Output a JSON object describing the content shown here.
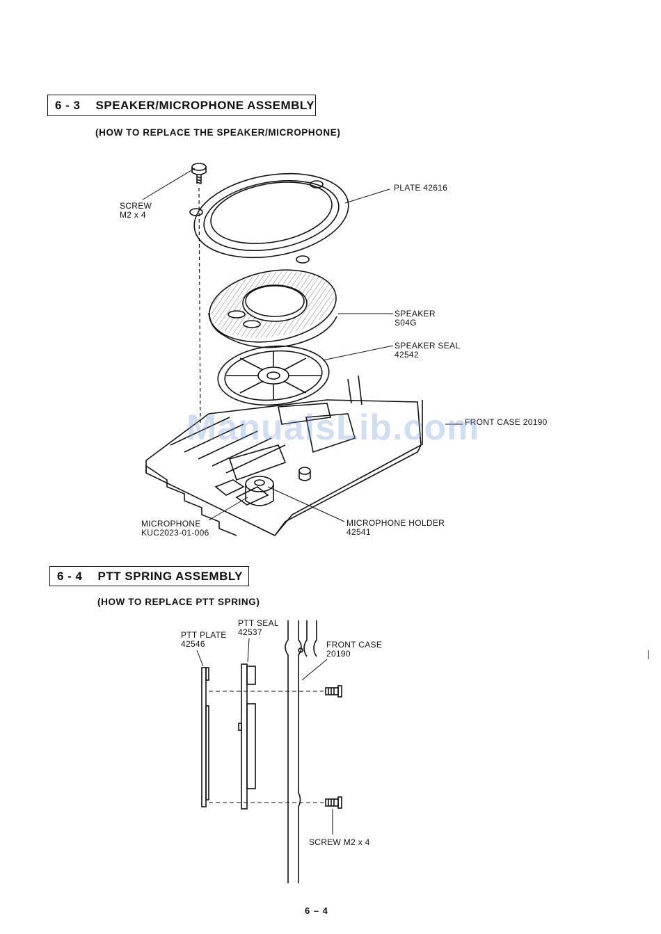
{
  "section1": {
    "number": "6 - 3",
    "title": "SPEAKER/MICROPHONE ASSEMBLY",
    "subtitle": "(HOW TO REPLACE THE SPEAKER/MICROPHONE)",
    "labels": {
      "screw": [
        "SCREW",
        "M2 x 4"
      ],
      "plate": [
        "PLATE 42616"
      ],
      "speaker": [
        "SPEAKER",
        "S04G"
      ],
      "speaker_seal": [
        "SPEAKER SEAL",
        "42542"
      ],
      "front_case": [
        "FRONT CASE 20190"
      ],
      "microphone": [
        "MICROPHONE",
        "KUC2023-01-006"
      ],
      "microphone_holder": [
        "MICROPHONE HOLDER",
        "42541"
      ]
    }
  },
  "section2": {
    "number": "6 - 4",
    "title": "PTT SPRING ASSEMBLY",
    "subtitle": "(HOW TO REPLACE PTT SPRING)",
    "labels": {
      "ptt_plate": [
        "PTT PLATE",
        "42546"
      ],
      "ptt_seal": [
        "PTT SEAL",
        "42537"
      ],
      "front_case": [
        "FRONT CASE",
        "20190"
      ],
      "screw": [
        "SCREW M2 x 4"
      ]
    }
  },
  "watermark": "ManualsLib.com",
  "page_number": "6 – 4"
}
